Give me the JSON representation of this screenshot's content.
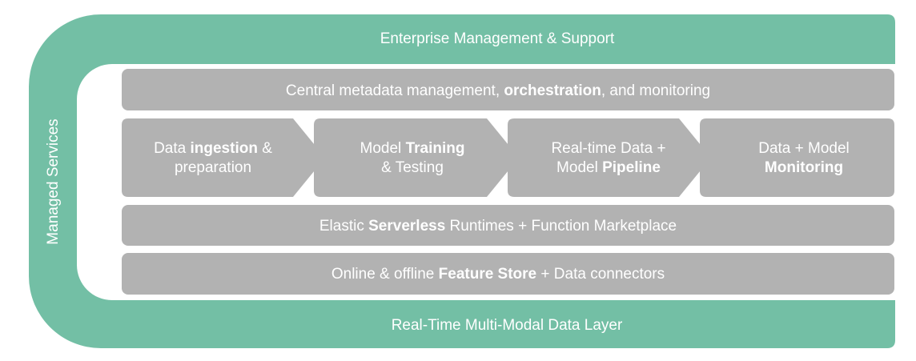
{
  "frame": {
    "top_label": "Enterprise Management & Support",
    "side_label": "Managed Services",
    "bottom_label": "Real-Time Multi-Modal Data Layer"
  },
  "layers": {
    "orchestration": {
      "part1": "Central metadata management, ",
      "bold": "orchestration",
      "part2": ", and monitoring"
    },
    "pipeline": [
      {
        "line1_pre": "Data ",
        "line1_bold": "ingestion",
        "line1_post": " &",
        "line2_pre": "preparation",
        "line2_bold": "",
        "line2_post": ""
      },
      {
        "line1_pre": "Model ",
        "line1_bold": "Training",
        "line1_post": "",
        "line2_pre": "& Testing",
        "line2_bold": "",
        "line2_post": ""
      },
      {
        "line1_pre": "Real-time Data +",
        "line1_bold": "",
        "line1_post": "",
        "line2_pre": "Model ",
        "line2_bold": "Pipeline",
        "line2_post": ""
      },
      {
        "line1_pre": "Data + Model",
        "line1_bold": "",
        "line1_post": "",
        "line2_pre": "",
        "line2_bold": "Monitoring",
        "line2_post": ""
      }
    ],
    "serverless": {
      "part1": "Elastic ",
      "bold": "Serverless",
      "part2": " Runtimes + Function Marketplace"
    },
    "feature_store": {
      "part1": "Online & offline ",
      "bold": "Feature Store",
      "part2": " + Data connectors"
    }
  },
  "colors": {
    "frame": "#73bfa5",
    "layer": "#b2b2b2",
    "text": "#ffffff"
  }
}
